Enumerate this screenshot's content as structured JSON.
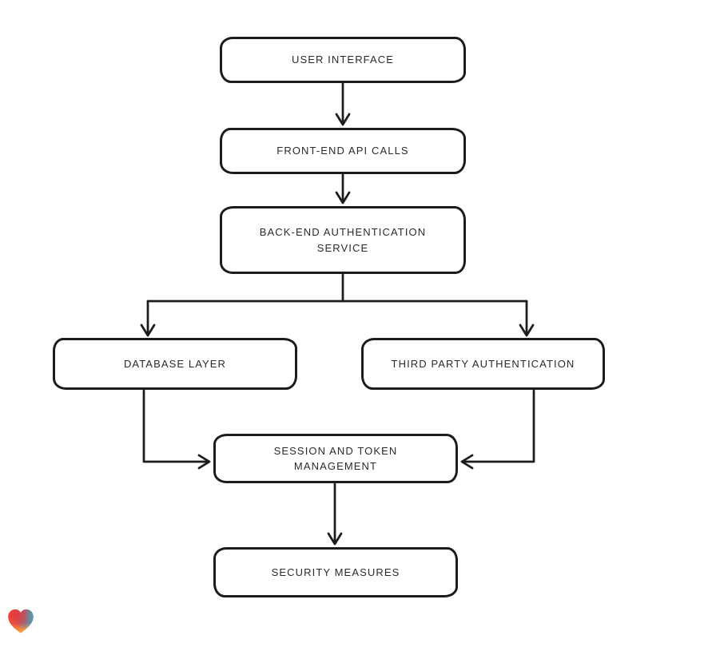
{
  "diagram": {
    "style": "hand-drawn-flowchart",
    "background_color": "#ffffff",
    "stroke_color": "#1c1c1c",
    "node_fill_color": "#ffffff",
    "text_color": "#2b2b2b",
    "nodes": [
      {
        "id": "user-interface",
        "label": "USER INTERFACE"
      },
      {
        "id": "front-end-api-calls",
        "label": "FRONT-END API CALLS"
      },
      {
        "id": "back-end-authentication-service",
        "label": "BACK-END AUTHENTICATION\nSERVICE"
      },
      {
        "id": "database-layer",
        "label": "DATABASE LAYER"
      },
      {
        "id": "third-party-authentication",
        "label": "THIRD PARTY AUTHENTICATION"
      },
      {
        "id": "session-and-token-management",
        "label": "SESSION AND TOKEN\nMANAGEMENT"
      },
      {
        "id": "security-measures",
        "label": "SECURITY MEASURES"
      }
    ],
    "edges": [
      {
        "from": "user-interface",
        "to": "front-end-api-calls"
      },
      {
        "from": "front-end-api-calls",
        "to": "back-end-authentication-service"
      },
      {
        "from": "back-end-authentication-service",
        "to": "database-layer"
      },
      {
        "from": "back-end-authentication-service",
        "to": "third-party-authentication"
      },
      {
        "from": "database-layer",
        "to": "session-and-token-management"
      },
      {
        "from": "third-party-authentication",
        "to": "session-and-token-management"
      },
      {
        "from": "session-and-token-management",
        "to": "security-measures"
      }
    ],
    "watermark": {
      "icon": "heart-gradient-logo",
      "colors": [
        "#e8373d",
        "#28b5c7",
        "#f59b3e"
      ]
    }
  }
}
